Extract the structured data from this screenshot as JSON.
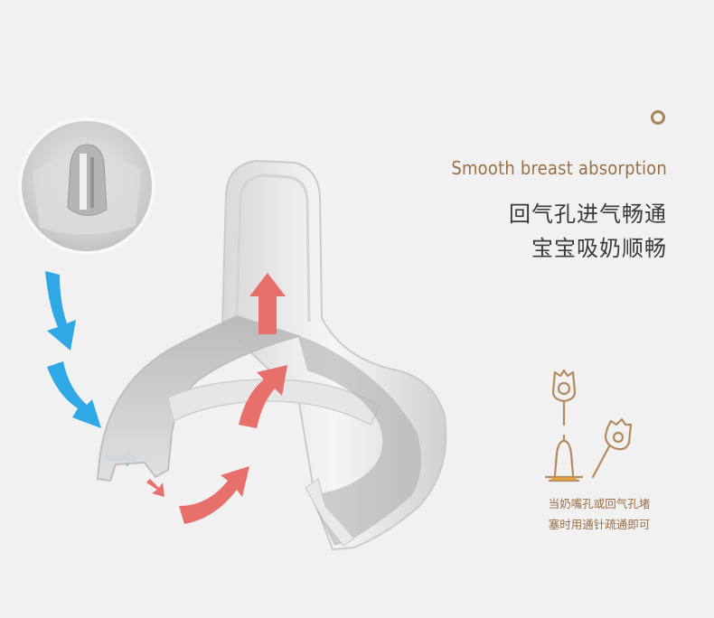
{
  "feature": {
    "title_en": "Smooth breast absorption",
    "lines_cn": [
      "回气孔进气畅通",
      "宝宝吸奶顺畅"
    ]
  },
  "tip": {
    "lines": [
      "当奶嘴孔或回气孔堵",
      "塞时用通针疏通即可"
    ]
  },
  "colors": {
    "accent": "#a8835a",
    "air_arrow": "#2fa8e6",
    "milk_arrow": "#e8706a",
    "background": "#f1f1f1"
  },
  "icons": [
    "circle-dot-icon",
    "nipple-cleaning-needle-icon"
  ]
}
